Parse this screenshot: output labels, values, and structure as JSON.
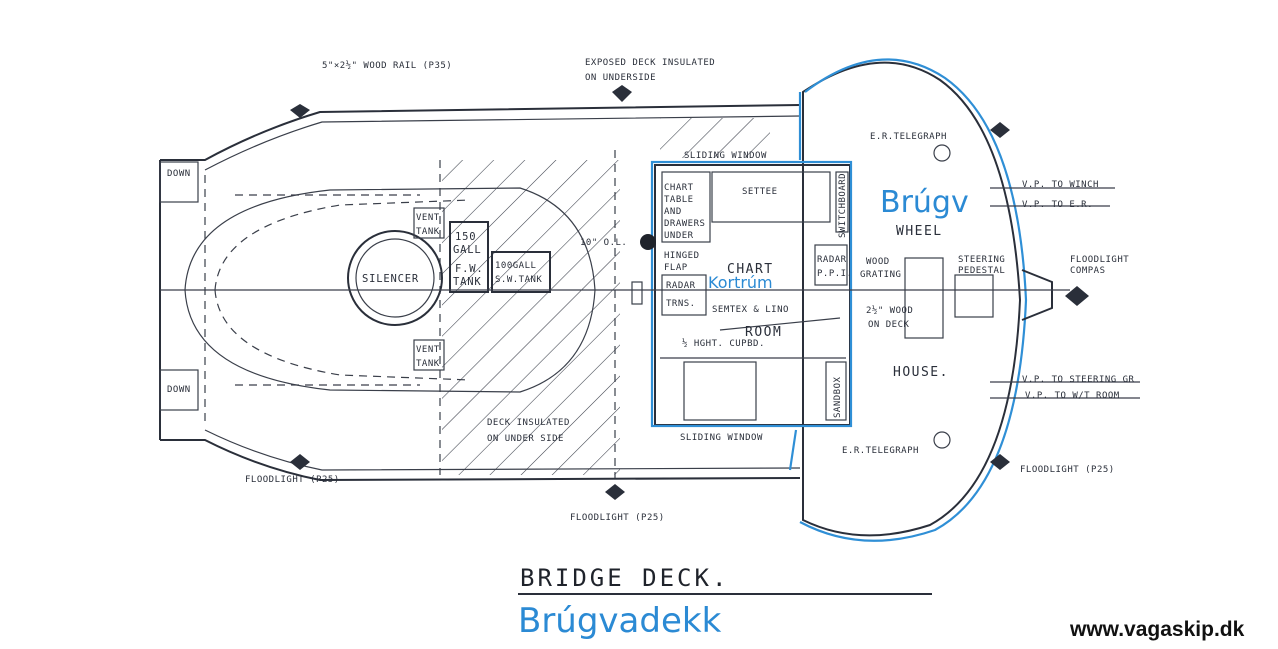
{
  "labels": {
    "wood_rail": "5\"×2½\" WOOD RAIL (P35)",
    "exposed_deck_1": "EXPOSED DECK INSULATED",
    "exposed_deck_2": "ON UNDERSIDE",
    "sliding_window_top": "SLIDING WINDOW",
    "sliding_window_bottom": "SLIDING WINDOW",
    "settee": "SETTEE",
    "down_top": "DOWN",
    "down_bottom": "DOWN",
    "vent_tank_top_1": "VENT",
    "vent_tank_top_2": "TANK",
    "vent_tank_bottom_1": "VENT",
    "vent_tank_bottom_2": "TANK",
    "gall150_1": "150",
    "gall150_2": "GALL",
    "fw_1": "F.W.",
    "fw_2": "TANK",
    "sw_1": "100GALL",
    "sw_2": "S.W.TANK",
    "silencer": "SILENCER",
    "ol": "10\" O.L.",
    "chart": "CHART",
    "room": "ROOM",
    "semtex": "SEMTEX & LINO",
    "radar_ppi_1": "RADAR",
    "radar_ppi_2": "P.P.I.",
    "radar_trans_1": "RADAR",
    "radar_trans_2": "TRNS.",
    "switchboard": "SWITCHBOARD",
    "sandbox": "SANDBOX",
    "half_height_cupbd": "½ HGHT. CUPBD.",
    "hinged_flap_1": "HINGED",
    "hinged_flap_2": "FLAP",
    "cupbd_1": "CHART",
    "cupbd_2": "TABLE",
    "cupbd_3": "AND",
    "cupbd_4": "DRAWERS",
    "cupbd_5": "UNDER",
    "wheel": "WHEEL",
    "house": "HOUSE.",
    "wood_grating_1": "WOOD",
    "wood_grating_2": "GRATING",
    "wood_on_deck_1": "2½\" WOOD",
    "wood_on_deck_2": "ON DECK",
    "steering_pedestal_1": "STEERING",
    "steering_pedestal_2": "PEDESTAL",
    "er_telegraph_top": "E.R.TELEGRAPH",
    "er_telegraph_bottom": "E.R.TELEGRAPH",
    "vp_winch": "V.P. TO WINCH",
    "vp_er": "V.P. TO E.R.",
    "vp_steering": "V.P. TO STEERING GR",
    "vp_wt_room": "V.P. TO W/T ROOM",
    "floodlight_compas_1": "FLOODLIGHT",
    "floodlight_compas_2": "COMPAS",
    "deck_insulated_1": "DECK INSULATED",
    "deck_insulated_2": "ON UNDER SIDE",
    "floodlight_left": "FLOODLIGHT (P25)",
    "floodlight_center": "FLOODLIGHT (P25)",
    "floodlight_right": "FLOODLIGHT (P25)",
    "bridge_deck": "BRIDGE DECK."
  },
  "overlays": {
    "brugv": "Brúgv",
    "kortrum": "Kortrúm",
    "brugvadekk": "Brúgvadekk",
    "website": "www.vagaskip.dk"
  },
  "colors": {
    "ink": "#2a2f3a",
    "annotation_blue": "#2b8ad4"
  }
}
